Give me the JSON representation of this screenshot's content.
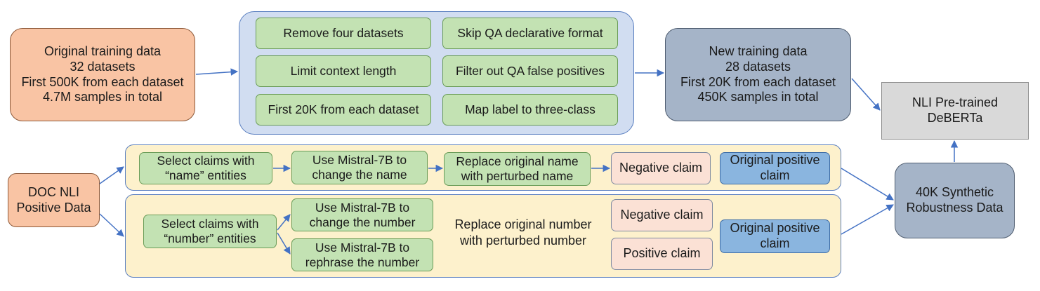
{
  "top": {
    "original": {
      "lines": [
        "Original training data",
        "32 datasets",
        "First 500K from each dataset",
        "4.7M samples in total"
      ]
    },
    "steps": [
      "Remove four datasets",
      "Skip QA declarative format",
      "Limit context length",
      "Filter out QA false positives",
      "First 20K from each dataset",
      "Map label to three-class"
    ],
    "new_data": {
      "lines": [
        "New training data",
        "28 datasets",
        "First 20K from each dataset",
        "450K samples in total"
      ]
    },
    "nli_model": {
      "lines": [
        "NLI Pre-trained",
        "DeBERTa"
      ]
    }
  },
  "bottom": {
    "source": {
      "lines": [
        "DOC NLI",
        "Positive Data"
      ]
    },
    "name_branch": {
      "select": [
        "Select claims with",
        "“name” entities"
      ],
      "mistral": [
        "Use Mistral-7B to",
        "change the name"
      ],
      "replace": [
        "Replace original name",
        "with perturbed name"
      ],
      "negative": "Negative claim",
      "original_positive": [
        "Original positive",
        "claim"
      ]
    },
    "number_branch": {
      "select": [
        "Select claims with",
        "“number” entities"
      ],
      "mistral_change": [
        "Use Mistral-7B to",
        "change the number"
      ],
      "mistral_rephrase": [
        "Use Mistral-7B to",
        "rephrase the number"
      ],
      "replace": [
        "Replace original number",
        "with perturbed number"
      ],
      "negative": "Negative claim",
      "positive": "Positive claim",
      "original_positive": [
        "Original positive",
        "claim"
      ]
    },
    "synthetic": {
      "lines": [
        "40K Synthetic",
        "Robustness Data"
      ]
    }
  },
  "colors": {
    "orange": "#f9c4a4",
    "green": "#c3e2b3",
    "panel_blue": "#d1ddf1",
    "slate": "#a5b4c8",
    "gray": "#d9d9d9",
    "band_yellow": "#fdf1cc",
    "pink": "#fbe1d5",
    "blue": "#8ab5df",
    "arrow": "#4472c4"
  }
}
